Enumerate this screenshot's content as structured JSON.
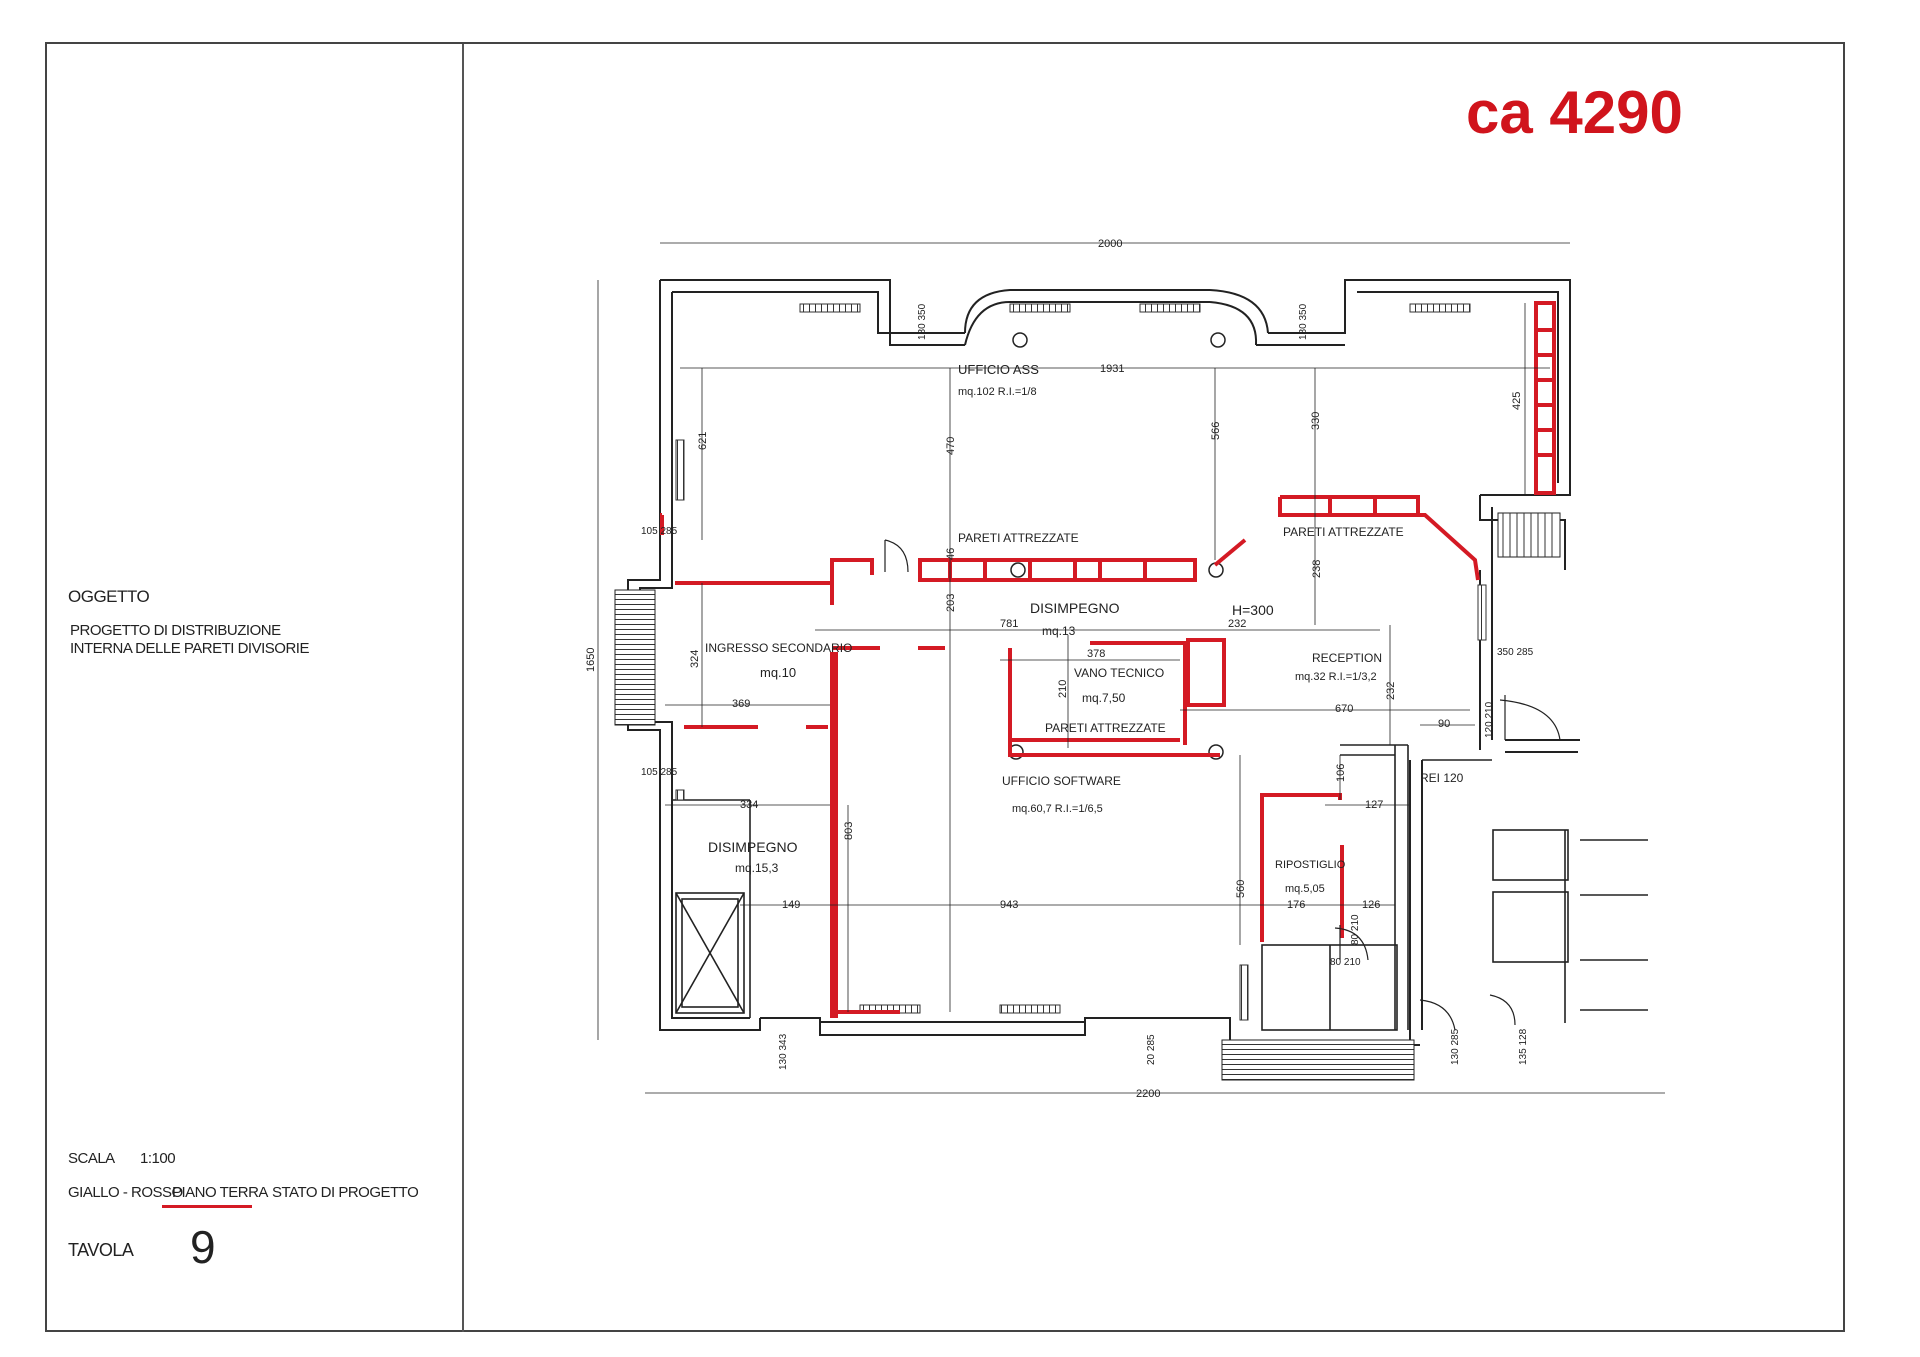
{
  "title_block": {
    "oggetto_label": "OGGETTO",
    "description_line1": "PROGETTO DI DISTRIBUZIONE",
    "description_line2": "INTERNA DELLE PARETI DIVISORIE",
    "scala_label": "SCALA",
    "scala_value": "1:100",
    "owner": "GIALLO - ROSSO",
    "floor": "PIANO TERRA",
    "status": "STATO DI PROGETTO",
    "tavola_label": "TAVOLA",
    "tavola_number": "9"
  },
  "price_note": "ca 4290",
  "accent_color": "#d0141c",
  "rooms": {
    "ufficio_ass": {
      "name": "UFFICIO ASS",
      "area": "mq.102   R.I.=1/8"
    },
    "pareti_1": "PARETI ATTREZZATE",
    "pareti_2": "PARETI ATTREZZATE",
    "pareti_3": "PARETI ATTREZZATE",
    "disimpegno_1": {
      "name": "DISIMPEGNO",
      "area": "mq.13"
    },
    "height": "H=300",
    "ingresso": {
      "name": "INGRESSO SECONDARIO",
      "area": "mq.10"
    },
    "vano_tecnico": {
      "name": "VANO TECNICO",
      "area": "mq.7,50"
    },
    "reception": {
      "name": "RECEPTION",
      "area": "mq.32   R.I.=1/3,2"
    },
    "ufficio_software": {
      "name": "UFFICIO SOFTWARE",
      "area": "mq.60,7  R.I.=1/6,5"
    },
    "disimpegno_2": {
      "name": "DISIMPEGNO",
      "area": "mq.15,3"
    },
    "ripostiglio": {
      "name": "RIPOSTIGLIO",
      "area": "mq.5,05"
    },
    "rei": "REI 120"
  },
  "dimensions": {
    "overall_top": "2000",
    "overall_bottom": "2200",
    "overall_left": "1650",
    "inner_top": "1931",
    "d_781": "781",
    "d_232a": "232",
    "d_378": "378",
    "d_369": "369",
    "d_334": "334",
    "d_149": "149",
    "d_943": "943",
    "d_176": "176",
    "d_126": "126",
    "d_127": "127",
    "d_670": "670",
    "d_90": "90",
    "v_621": "621",
    "v_470": "470",
    "v_566": "566",
    "v_330": "330",
    "v_425": "425",
    "v_238": "238",
    "v_232b": "232",
    "v_203": "203",
    "v_46": "46",
    "v_210": "210",
    "v_324": "324",
    "v_803": "803",
    "v_560": "560",
    "v_106": "106",
    "win_105_285_a": "105\n285",
    "win_105_285_b": "105\n285",
    "win_180_350_a": "180 350",
    "win_180_350_b": "180 350",
    "win_350_285": "350\n285",
    "win_120_210": "120 210",
    "door_80_210_a": "80 210",
    "door_80_210_b": "80\n210",
    "bot_130_343": "130 343",
    "bot_20_285": "20 285",
    "bot_130_285": "130 285",
    "bot_135_128": "135 128"
  }
}
